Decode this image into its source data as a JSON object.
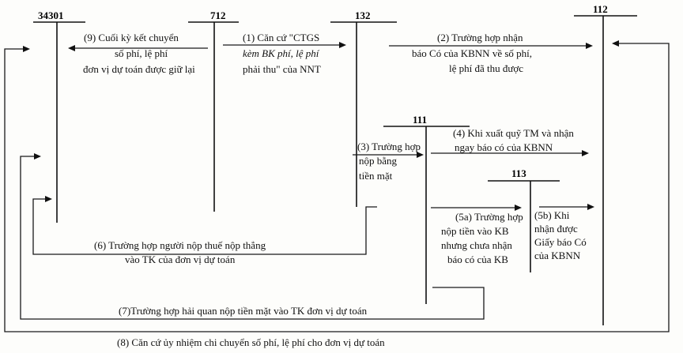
{
  "accounts": {
    "a34301": "34301",
    "a712": "712",
    "a132": "132",
    "a112": "112",
    "a111": "111",
    "a113": "113"
  },
  "entries": {
    "e9": [
      "(9) Cuối kỳ kết chuyển",
      "số phí, lệ phí",
      "đơn vị dự toán được giữ lại"
    ],
    "e1": [
      "(1) Căn cứ \"CTGS",
      "kèm BK phí, lệ phí",
      "phải thu\" của NNT"
    ],
    "e2": [
      "(2) Trường hợp nhận",
      "báo Có của KBNN về số phí,",
      "lệ phí đã thu được"
    ],
    "e3": [
      "(3) Trường hợp",
      "nộp bằng",
      "tiền mặt"
    ],
    "e4": [
      "(4) Khi xuất quỹ TM và nhận",
      "ngay báo có của KBNN"
    ],
    "e5a": [
      "(5a) Trường hợp",
      "nộp tiền vào KB",
      "nhưng chưa nhận",
      "báo có của KB"
    ],
    "e5b": [
      "(5b) Khi",
      "nhận được",
      "Giấy báo Có",
      "của KBNN"
    ],
    "e6": [
      "(6) Trường hợp người nộp thuế nộp thẳng",
      "vào TK của đơn vị dự toán"
    ],
    "e7": "(7)Trường hợp hải quan nộp tiền mặt vào TK đơn vị dự toán",
    "e8": "(8) Căn cứ ủy nhiệm chi chuyển số phí, lệ phí cho đơn vị dự toán"
  }
}
